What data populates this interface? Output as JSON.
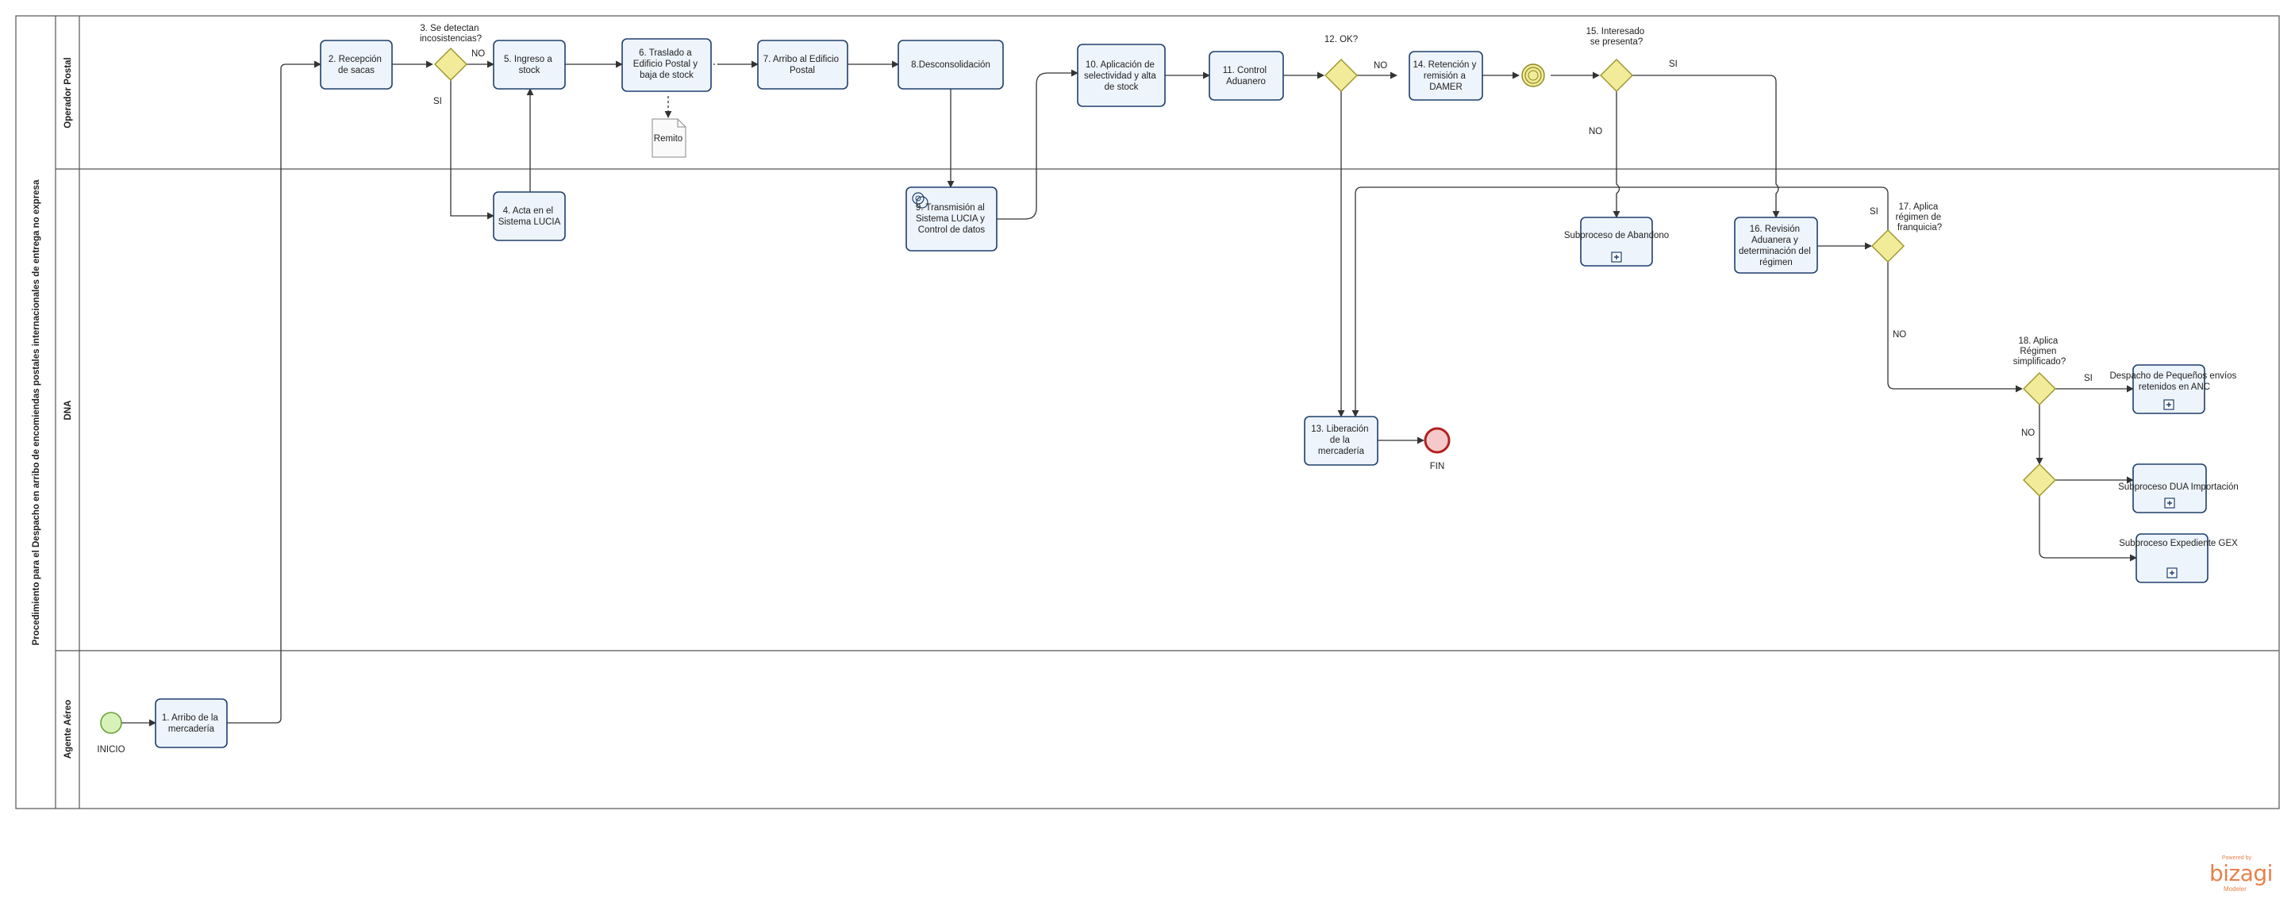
{
  "diagram": {
    "title": "Procedimiento para el Despacho en arribo de encomiendas postales internacionales de entrega no expresa",
    "lanes": {
      "operador": "Operador Postal",
      "dna": "DNA",
      "agente": "Agente Aéreo"
    },
    "events": {
      "start": "INICIO",
      "end": "FIN"
    },
    "tasks": {
      "t1": [
        "1. Arribo de la",
        "mercadería"
      ],
      "t2": [
        "2. Recepción",
        "de sacas"
      ],
      "t4": [
        "4. Acta en el",
        "Sistema LUCIA"
      ],
      "t5": [
        "5. Ingreso a",
        "stock"
      ],
      "t6": [
        "6. Traslado a",
        "Edificio Postal y",
        "baja de stock"
      ],
      "t7": [
        "7. Arribo al Edificio",
        "Postal"
      ],
      "t8": [
        "8.Desconsolidación"
      ],
      "t9": [
        "9. Transmisión al",
        "Sistema LUCIA y",
        "Control de datos"
      ],
      "t10": [
        "10. Aplicación de",
        "selectividad y alta",
        "de stock"
      ],
      "t11": [
        "11. Control",
        "Aduanero"
      ],
      "t13": [
        "13. Liberación",
        "de la",
        "mercadería"
      ],
      "t14": [
        "14. Retención y",
        "remisión a",
        "DAMER"
      ],
      "t16": [
        "16. Revisión",
        "Aduanera y",
        "determinación del",
        "régimen"
      ]
    },
    "subprocesses": {
      "abandono": "Subproceso de Abandono",
      "pequenos": [
        "Despacho de Pequeños envíos",
        "retenidos en ANC"
      ],
      "dua": "Subproceso DUA Importación",
      "gex": "Subproceso Expediente GEX"
    },
    "gateways": {
      "g3": [
        "3. Se detectan",
        "incosistencias?"
      ],
      "g12": [
        "12. OK?"
      ],
      "g15": [
        "15. Interesado",
        "se presenta?"
      ],
      "g17": [
        "17. Aplica",
        "régimen de",
        "franquicia?"
      ],
      "g18": [
        "18. Aplica",
        "Régimen",
        "simplificado?"
      ]
    },
    "flow_labels": {
      "g3_no": "NO",
      "g3_si": "SI",
      "g12_no": "NO",
      "g15_si": "SI",
      "g15_no": "NO",
      "g17_si": "SI",
      "g17_no": "NO",
      "g18_si": "SI",
      "g18_no": "NO"
    },
    "artifact": "Remito"
  },
  "branding": {
    "powered": "Powered by",
    "name": "bizagi",
    "product": "Modeler"
  }
}
